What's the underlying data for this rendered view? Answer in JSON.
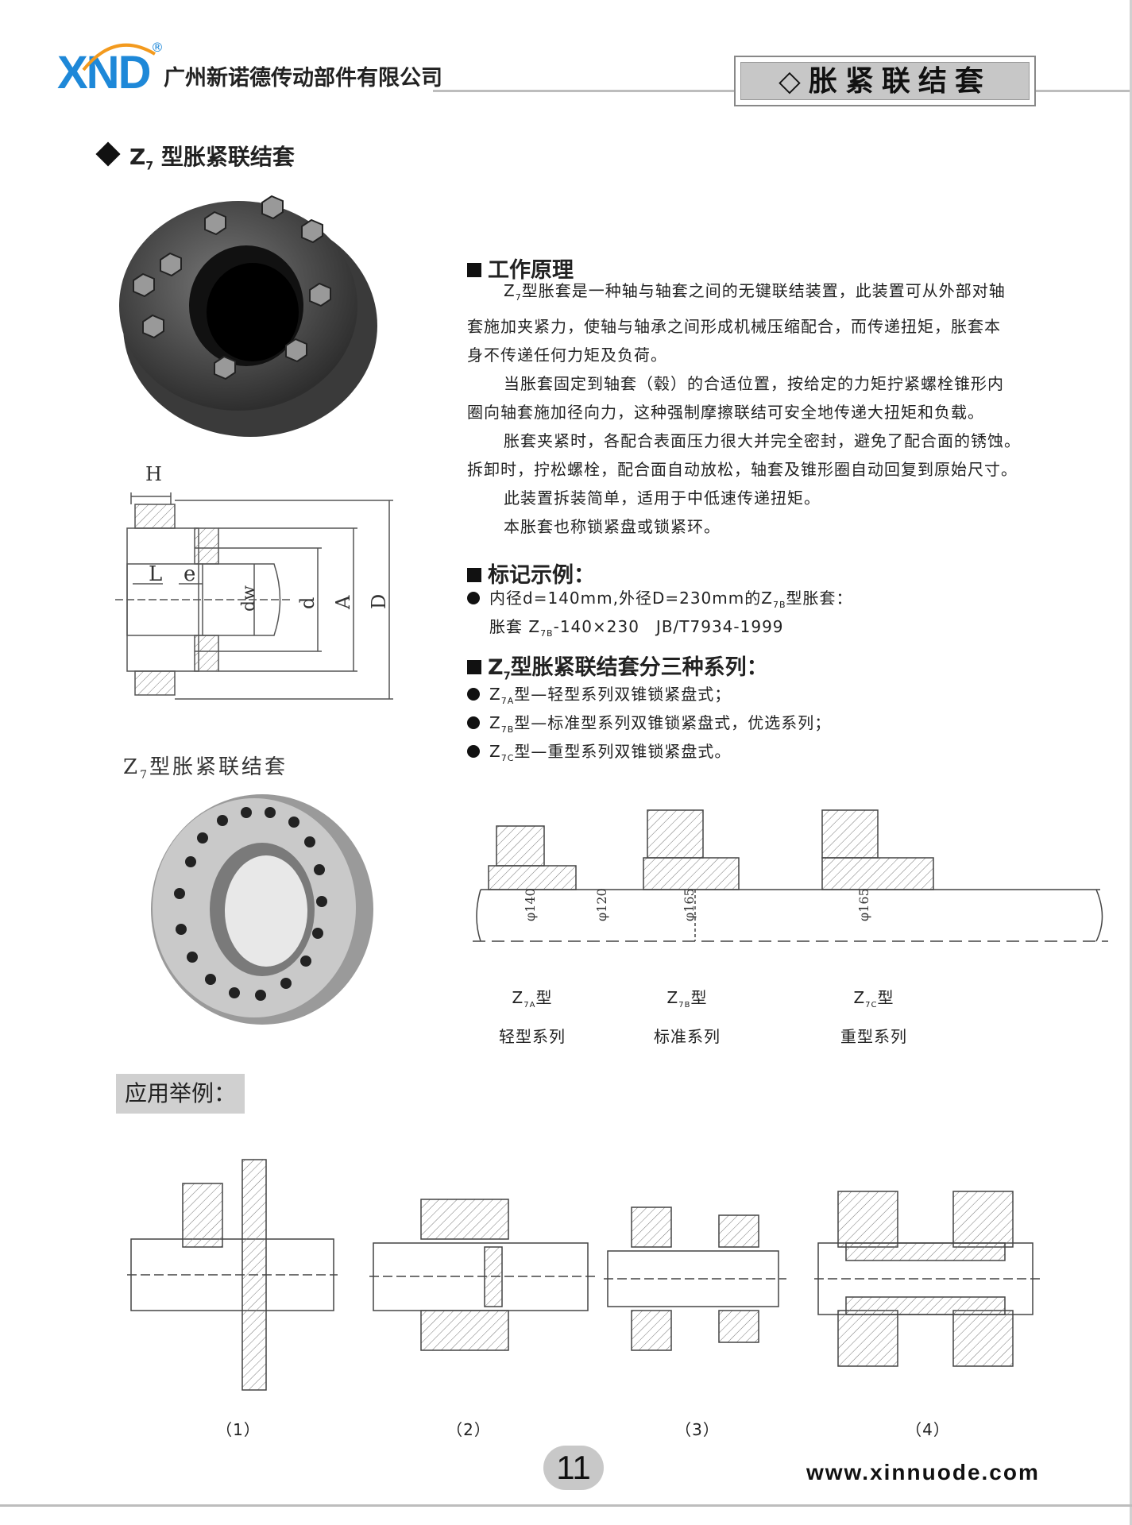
{
  "header": {
    "logo": "XND",
    "logo_reg": "®",
    "company": "广州新诺德传动部件有限公司",
    "title": "◇胀紧联结套"
  },
  "section": {
    "title": "Z",
    "title_sub": "7",
    "title_rest": "型胀紧联结套"
  },
  "principle": {
    "heading": "工作原理",
    "p1_lead": "Z",
    "p1_sub": "7",
    "p1_line1": "型胀套是一种轴与轴套之间的无键联结装置，此装置可从外部对轴",
    "p1_line2": "套施加夹紧力，使轴与轴承之间形成机械压缩配合，而传递扭矩，胀套本",
    "p1_line3": "身不传递任何力矩及负荷。",
    "p2_line1": "当胀套固定到轴套（毂）的合适位置，按给定的力矩拧紧螺栓锥形内",
    "p2_line2": "圈向轴套施加径向力，这种强制摩擦联结可安全地传递大扭矩和负载。",
    "p3_line1": "胀套夹紧时，各配合表面压力很大并完全密封，避免了配合面的锈蚀。",
    "p3_line2": "拆卸时，拧松螺栓，配合面自动放松，轴套及锥形圈自动回复到原始尺寸。",
    "p4": "此装置拆装简单，适用于中低速传递扭矩。",
    "p5": "本胀套也称锁紧盘或锁紧环。"
  },
  "marking": {
    "heading": "标记示例：",
    "bullet_pre": "内径d=140mm,外径D=230mm的Z",
    "bullet_sub": "7B",
    "bullet_post": "型胀套：",
    "example_pre": "胀套 Z",
    "example_sub": "7B",
    "example_post": "-140×230　JB/T7934-1999"
  },
  "series": {
    "heading_pre": "Z",
    "heading_sub": "7",
    "heading_post": "型胀紧联结套分三种系列：",
    "items": [
      {
        "pre": "Z",
        "sub": "7A",
        "post": "型—轻型系列双锥锁紧盘式；"
      },
      {
        "pre": "Z",
        "sub": "7B",
        "post": "型—标准型系列双锥锁紧盘式，优选系列；"
      },
      {
        "pre": "Z",
        "sub": "7C",
        "post": "型—重型系列双锥锁紧盘式。"
      }
    ]
  },
  "drawing": {
    "caption_pre": "Z",
    "caption_sub": "7",
    "caption_post": "型胀紧联结套",
    "labels": {
      "H": "H",
      "L": "L",
      "e": "e",
      "dw": "dw",
      "d": "d",
      "A": "A",
      "D": "D"
    }
  },
  "types": [
    {
      "pre": "Z",
      "sub": "7A",
      "post": "型",
      "series": "轻型系列",
      "dim": "φ140"
    },
    {
      "pre": "Z",
      "sub": "7B",
      "post": "型",
      "series": "标准系列",
      "dim": "φ165"
    },
    {
      "pre": "Z",
      "sub": "7C",
      "post": "型",
      "series": "重型系列",
      "dim": "φ165"
    }
  ],
  "shaft_dim_2": "φ120",
  "application": {
    "heading": "应用举例：",
    "labels": [
      "（1）",
      "（2）",
      "（3）",
      "（4）"
    ]
  },
  "footer": {
    "page": "11",
    "website": "www.xinnuode.com"
  },
  "colors": {
    "brand": "#1e88d8",
    "logo_accent": "#f39a1e",
    "title_fill": "#c7c7c7"
  }
}
